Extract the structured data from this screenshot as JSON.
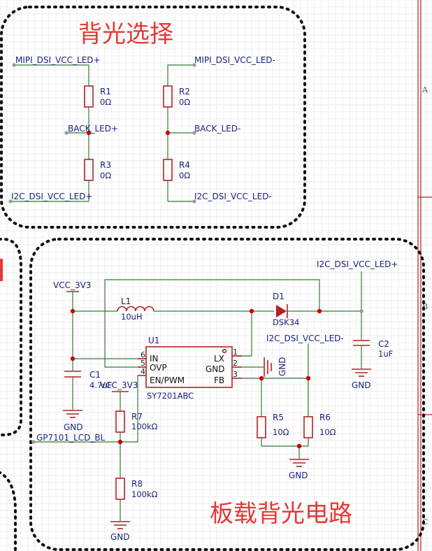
{
  "sections": {
    "top_title": "背光选择",
    "bottom_title": "板载背光电路"
  },
  "nets": {
    "mipi_p": "MIPI_DSI_VCC_LED+",
    "mipi_n": "MIPI_DSI_VCC_LED-",
    "back_p": "BACK_LED+",
    "back_n": "BACK_LED-",
    "i2c_p": "I2C_DSI_VCC_LED+",
    "i2c_n": "I2C_DSI_VCC_LED-",
    "vcc3v3": "VCC_3V3",
    "gnd": "GND",
    "gp": "GP7101_LCD_BL"
  },
  "components": {
    "R1": {
      "ref": "R1",
      "value": "0Ω"
    },
    "R2": {
      "ref": "R2",
      "value": "0Ω"
    },
    "R3": {
      "ref": "R3",
      "value": "0Ω"
    },
    "R4": {
      "ref": "R4",
      "value": "0Ω"
    },
    "R5": {
      "ref": "R5",
      "value": "10Ω"
    },
    "R6": {
      "ref": "R6",
      "value": "10Ω"
    },
    "R7": {
      "ref": "R7",
      "value": "100kΩ"
    },
    "R8": {
      "ref": "R8",
      "value": "100kΩ"
    },
    "L1": {
      "ref": "L1",
      "value": "10uH"
    },
    "D1": {
      "ref": "D1",
      "value": "DSK34"
    },
    "C1": {
      "ref": "C1",
      "value": "4.7uF"
    },
    "C2": {
      "ref": "C2",
      "value": "1uF"
    },
    "U1": {
      "ref": "U1",
      "value": "SY7201ABC",
      "pins_left": [
        {
          "num": "6",
          "name": "IN"
        },
        {
          "num": "5",
          "name": "OVP"
        },
        {
          "num": "4",
          "name": "EN/PWM"
        }
      ],
      "pins_right": [
        {
          "num": "1",
          "name": "LX"
        },
        {
          "num": "2",
          "name": "GND"
        },
        {
          "num": "3",
          "name": "FB"
        }
      ]
    }
  },
  "border": {
    "labels": [
      "A",
      "B",
      "C"
    ]
  }
}
